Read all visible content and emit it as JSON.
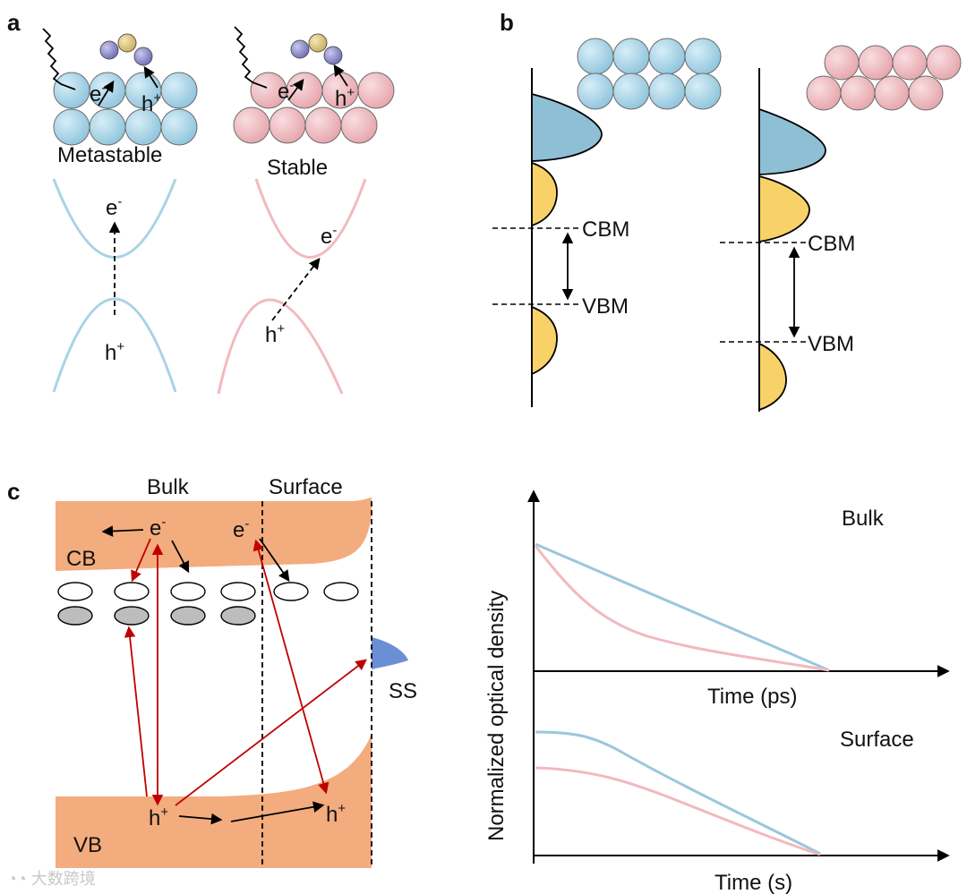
{
  "panel_labels": {
    "a": "a",
    "b": "b",
    "c": "c"
  },
  "panel_a": {
    "metastable": {
      "label": "Metastable",
      "electron": "e",
      "hole": "h",
      "electron_sup": "-",
      "hole_sup": "+"
    },
    "stable": {
      "label": "Stable",
      "electron": "e",
      "hole": "h",
      "electron_sup": "-",
      "hole_sup": "+"
    },
    "colors": {
      "metastable": "#a9d3e6",
      "stable": "#f2b9bf",
      "adsorbate_center": "#e8cf7f",
      "adsorbate_side": "#8e8cc9"
    }
  },
  "panel_b": {
    "cbm_label": "CBM",
    "vbm_label": "VBM",
    "colors": {
      "conduction_dos": "#8fbfd4",
      "valence_dos": "#f8d168"
    }
  },
  "panel_c": {
    "bulk_label": "Bulk",
    "surface_label": "Surface",
    "cb_label": "CB",
    "vb_label": "VB",
    "ss_label": "SS",
    "electron": "e",
    "electron_sup": "-",
    "hole": "h",
    "hole_sup": "+",
    "colors": {
      "band": "#f3ac7e",
      "surface_state": "#6b8fd6",
      "recombination_arrow": "#c00000",
      "transfer_arrow": "#000000",
      "trap_filled": "#bdbdbd"
    }
  },
  "panel_d": {
    "ylabel": "Normalized optical density",
    "top_title": "Bulk",
    "top_xlabel": "Time (ps)",
    "bottom_title": "Surface",
    "bottom_xlabel": "Time (s)",
    "colors": {
      "blue": "#9ac7dc",
      "pink": "#f3b8c0"
    }
  },
  "watermark": "大数跨境"
}
